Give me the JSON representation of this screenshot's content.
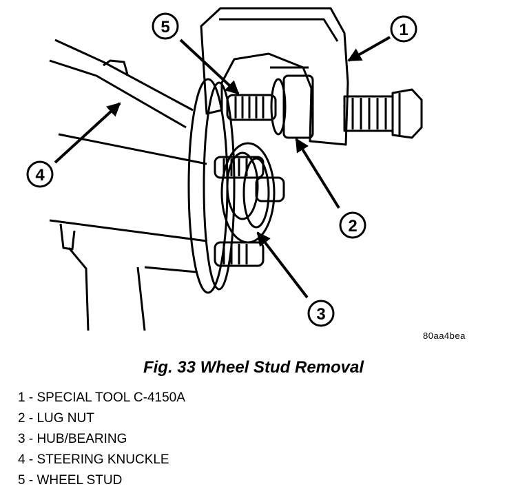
{
  "figure": {
    "callouts": [
      "1",
      "2",
      "3",
      "4",
      "5"
    ],
    "image_code": "80aa4bea"
  },
  "caption": "Fig. 33 Wheel Stud Removal",
  "legend": [
    "1 - SPECIAL TOOL C-4150A",
    "2 - LUG NUT",
    "3 - HUB/BEARING",
    "4 - STEERING KNUCKLE",
    "5 - WHEEL STUD"
  ],
  "colors": {
    "ink": "#000000",
    "paper": "#ffffff"
  }
}
